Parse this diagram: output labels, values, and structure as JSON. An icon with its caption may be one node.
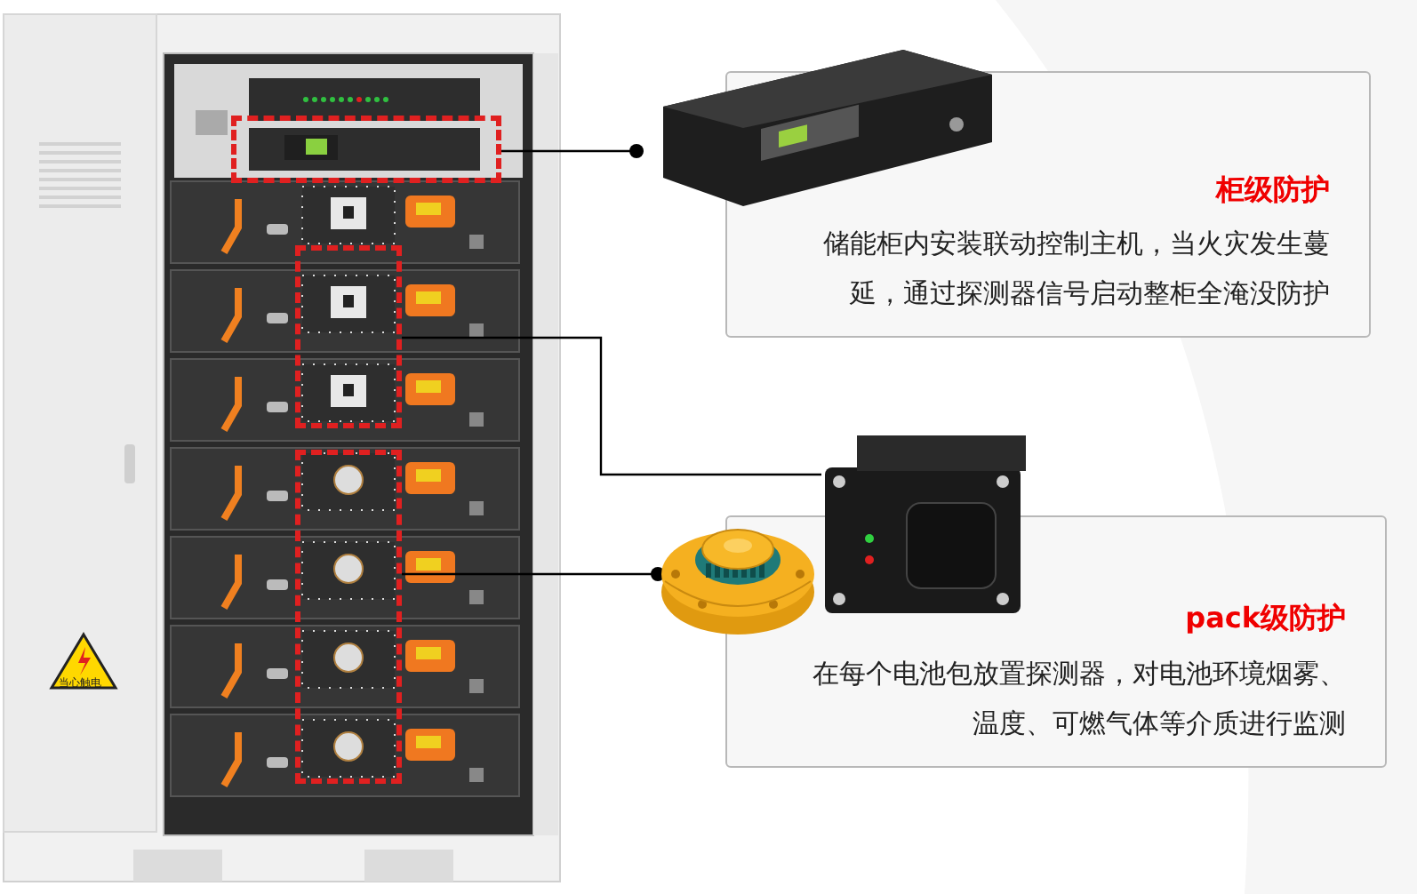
{
  "diagram": {
    "nodes": [
      {
        "text": [],
        "shape": "box"
      },
      {
        "text": [],
        "shape": "box"
      },
      {
        "text": [],
        "shape": "box"
      },
      {
        "text": [],
        "shape": "picture"
      },
      {
        "text": [
          "柜级防护",
          "储能柜内安装联动控制主机，当火灾发生蔓延，通过探测器信号启动整柜全淹没防护"
        ]
      },
      {
        "text": [],
        "shape": "picture"
      },
      {
        "text": [],
        "shape": "picture"
      },
      {
        "text": [
          "pack级防护",
          "在每个电池包放置探测器，对电池环境烟雾、温度、可燃气体等介质进行监测"
        ]
      }
    ],
    "edges": [
      {
        "from": 0,
        "to": 3,
        "arrow": "other"
      },
      {
        "from": 1,
        "to": 5,
        "arrow": "none"
      },
      {
        "from": 2,
        "to": 6,
        "arrow": "other"
      }
    ],
    "labels": [
      "当心触电"
    ]
  }
}
